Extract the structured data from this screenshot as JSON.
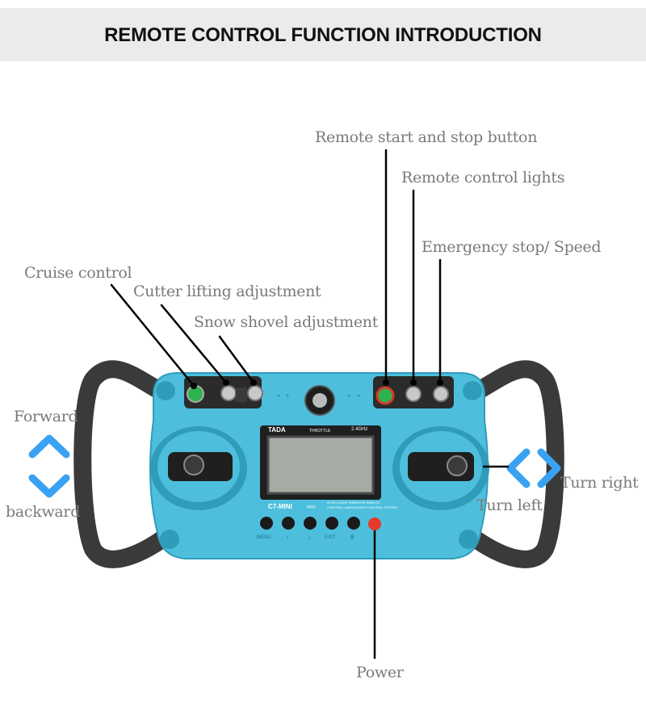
{
  "title": "REMOTE CONTROL FUNCTION INTRODUCTION",
  "colors": {
    "body": "#4dbfdd",
    "body_dark": "#2f9cb9",
    "handle": "#3a3a3a",
    "arrow": "#3aa2f2",
    "label": "#7a7a7a",
    "power": "#e53a2a"
  },
  "device": {
    "brand": "TADA",
    "throttle": "THROTTLE",
    "freq": "2.4GHz",
    "model": "C7-MINI",
    "model_tag": "PRO",
    "desc1": "INTELLIGENT WIRELESS REMOTE",
    "desc2": "CONTROL LAWN MOWER CONTROL SYSTEM",
    "btn_menu": "MENU",
    "btn_up": "↑",
    "btn_down": "↓",
    "btn_exit": "EXIT",
    "btn_b": "8"
  },
  "labels": {
    "cruise": "Cruise control",
    "cutter": "Cutter lifting adjustment",
    "snow": "Snow shovel adjustment",
    "start_stop": "Remote start and stop button",
    "lights": "Remote control lights",
    "estop": "Emergency stop/ Speed",
    "forward": "Forward",
    "backward": "backward",
    "turn_right": "Turn right",
    "turn_left": "Turn left",
    "power": "Power"
  }
}
